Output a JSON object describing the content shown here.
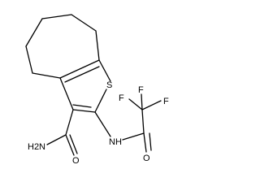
{
  "atoms": {
    "ring_sulfur": "S",
    "amide_nh2": "H2N",
    "amide_oxygen": "O",
    "nh": "NH",
    "carbonyl_oxygen": "O",
    "fluorine_1": "F",
    "fluorine_2": "F",
    "fluorine_3": "F"
  }
}
